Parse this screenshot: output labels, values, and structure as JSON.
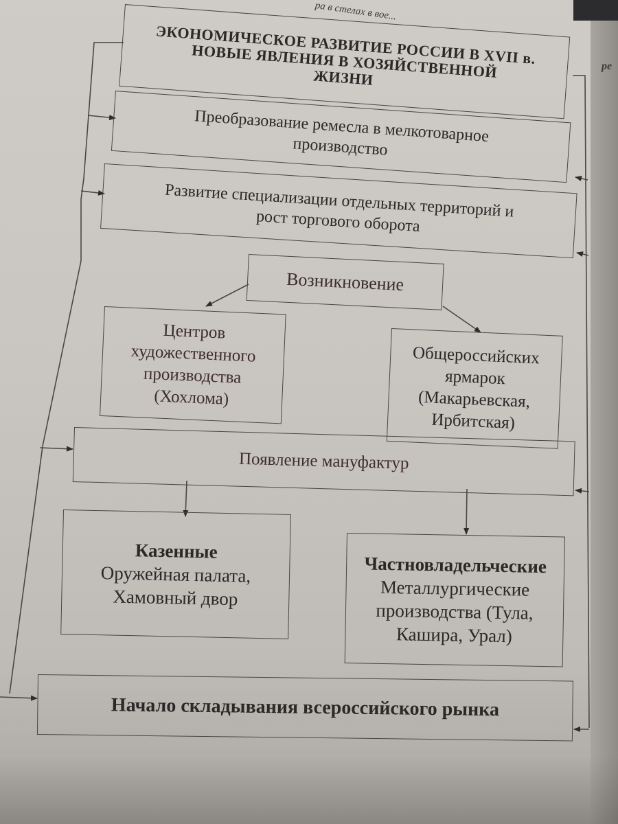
{
  "top_note": "ра в стелах в вое...",
  "side_letter": "ре",
  "title": {
    "line1": "ЭКОНОМИЧЕСКОЕ РАЗВИТИЕ РОССИИ В XVII в.",
    "line2": "НОВЫЕ ЯВЛЕНИЯ В ХОЗЯЙСТВЕННОЙ",
    "line3": "ЖИЗНИ"
  },
  "boxes": {
    "craft": {
      "line1": "Преобразование ремесла в мелкотоварное",
      "line2": "производство"
    },
    "specialization": {
      "line1": "Развитие специализации отдельных территорий и",
      "line2": "рост торгового оборота"
    },
    "emergence": {
      "label": "Возникновение"
    },
    "art_centers": {
      "line1": "Центров",
      "line2": "художественного",
      "line3": "производства",
      "line4": "(Хохлома)"
    },
    "fairs": {
      "line1": "Общероссийских",
      "line2": "ярмарок",
      "line3": "(Макарьевская,",
      "line4": "Ирбитская)"
    },
    "manufactures": {
      "label": "Появление мануфактур"
    },
    "state": {
      "heading": "Казенные",
      "line1": "Оружейная палата,",
      "line2": "Хамовный двор"
    },
    "private": {
      "heading": "Частновладельческие",
      "line1": "Металлургические",
      "line2": "производства (Тула,",
      "line3": "Кашира, Урал)"
    },
    "market": {
      "label": "Начало складывания всероссийского рынка"
    }
  },
  "colors": {
    "ink": "#2b2827",
    "line": "#4a4645",
    "paper": "#cbc7c2"
  }
}
